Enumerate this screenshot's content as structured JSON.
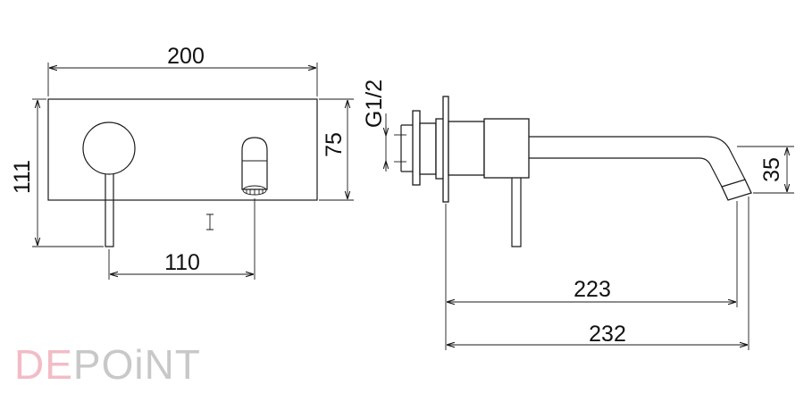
{
  "dimensions": {
    "plate_width": "200",
    "plate_height": "111",
    "plate_inner_height": "75",
    "spout_offset": "110",
    "thread": "G1/2",
    "spout_drop": "35",
    "projection_short": "223",
    "projection_long": "232"
  },
  "logo": {
    "part_a": "DE",
    "part_b": "POiNT",
    "color_a": "#f2bcc6",
    "color_b": "#c8c8c8"
  },
  "colors": {
    "line": "#1a1a1a"
  }
}
